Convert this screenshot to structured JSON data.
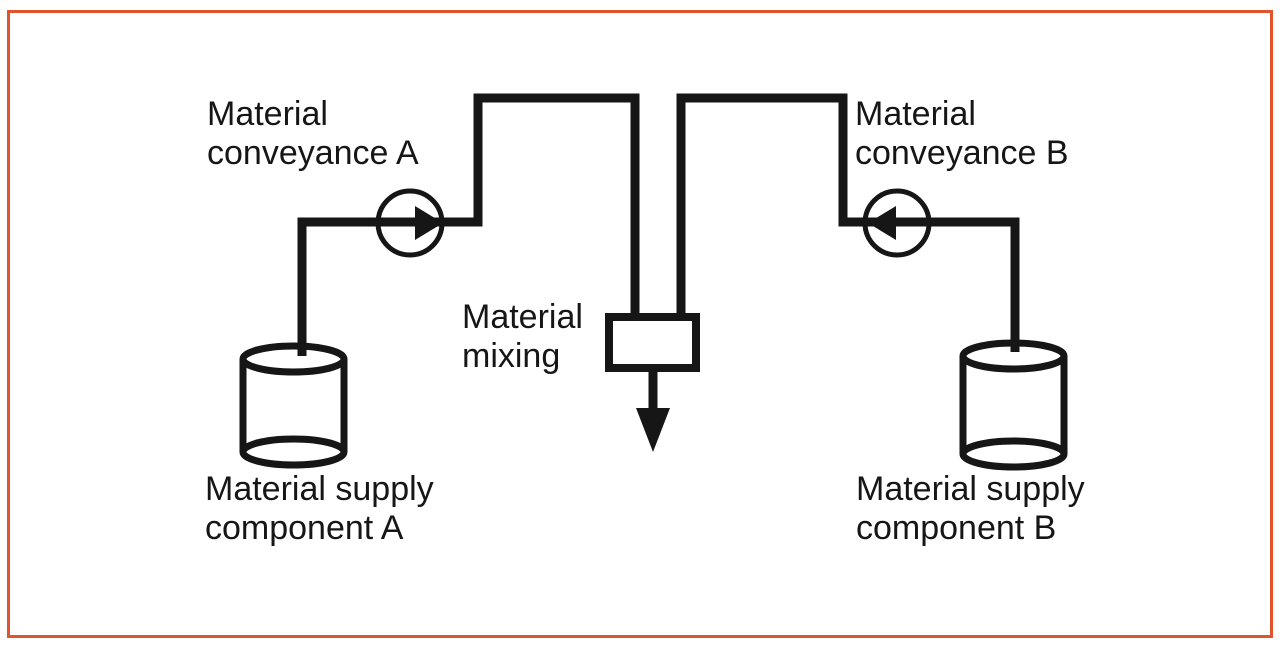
{
  "figure": {
    "colors": {
      "frame": "#e2542b",
      "ink": "#161616",
      "background": "#ffffff"
    },
    "labels": {
      "conveyance_a": "Material\nconveyance A",
      "conveyance_b": "Material\nconveyance B",
      "mixing": "Material\nmixing",
      "supply_a": "Material supply\ncomponent A",
      "supply_b": "Material supply\ncomponent B"
    },
    "components": [
      {
        "name": "material-supply-drum-a",
        "icon": "cylinder-drum-icon",
        "label": "Material supply component A"
      },
      {
        "name": "conveyance-pump-a",
        "icon": "pump-circle-arrow-right-icon",
        "label": "Material conveyance A"
      },
      {
        "name": "material-mixing-unit",
        "icon": "mixing-box-icon",
        "label": "Material mixing"
      },
      {
        "name": "conveyance-pump-b",
        "icon": "pump-circle-arrow-left-icon",
        "label": "Material conveyance B"
      },
      {
        "name": "material-supply-drum-b",
        "icon": "cylinder-drum-icon",
        "label": "Material supply component B"
      },
      {
        "name": "mixed-output",
        "icon": "down-arrow-icon",
        "label": ""
      }
    ]
  }
}
